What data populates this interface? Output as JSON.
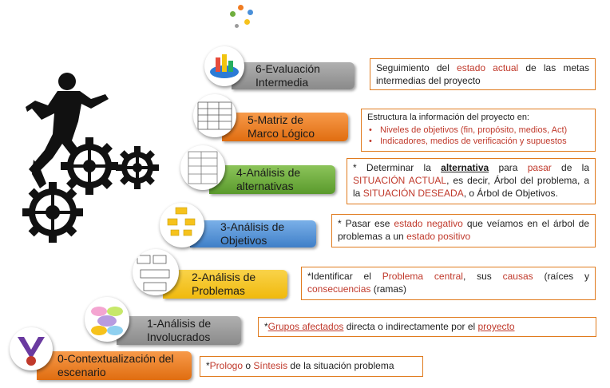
{
  "steps": [
    {
      "id": "s6",
      "label_line1": "6-Evaluación",
      "label_line2": "Intermedia",
      "color": "#9b9b9b"
    },
    {
      "id": "s5",
      "label_line1": "5-Matriz de",
      "label_line2": "Marco Lógico",
      "color": "#f07c21"
    },
    {
      "id": "s4",
      "label_line1": "4-Análisis de",
      "label_line2": "alternativas",
      "color": "#6fae3d"
    },
    {
      "id": "s3",
      "label_line1": "3-Análisis de",
      "label_line2": "Objetivos",
      "color": "#4a90d9"
    },
    {
      "id": "s2",
      "label_line1": "2-Análisis de",
      "label_line2": "Problemas",
      "color": "#f6c21c"
    },
    {
      "id": "s1",
      "label_line1": "1-Análisis de",
      "label_line2": "Involucrados",
      "color": "#9b9b9b"
    },
    {
      "id": "s0",
      "label_line1": "0-Contextualización del",
      "label_line2": "escenario",
      "color": "#f07c21"
    }
  ],
  "descriptions": {
    "s6": {
      "a": "Seguimiento del ",
      "b": "estado actual",
      "c": " de las metas intermedias del proyecto"
    },
    "s5": {
      "intro": "Estructura la información del proyecto en:",
      "bullets": [
        "Niveles de objetivos (fin, propósito, medios, Act)",
        "Indicadores, medios de verificación y supuestos"
      ]
    },
    "s4": {
      "a": "* Determinar la ",
      "b": "alternativa",
      "c": " para ",
      "d": "pasar",
      "e": " de la ",
      "f": "SITUACIÓN ACTUAL",
      "g": ", es decir, Árbol del problema, a la ",
      "h": "SITUACIÓN DESEADA",
      "i": ", o Árbol de Objetivos."
    },
    "s3": {
      "a": "* Pasar ese ",
      "b": "estado negativo",
      "c": " que veíamos en el árbol de problemas a un ",
      "d": "estado positivo"
    },
    "s2": {
      "a": "*Identificar el ",
      "b": "Problema central",
      "c": ",  sus ",
      "d": "causas",
      "e": " (raíces y ",
      "f": "consecuencias",
      "g": " (ramas)"
    },
    "s1": {
      "a": "*",
      "b": "Grupos afectados",
      "c": " directa o indirectamente por el ",
      "d": "proyecto"
    },
    "s0": {
      "a": "*",
      "b": "Prologo",
      "c": " o ",
      "d": "Síntesis",
      "e": " de la situación problema"
    }
  },
  "colors": {
    "border": "#e07b1e",
    "highlight": "#c0392b"
  }
}
